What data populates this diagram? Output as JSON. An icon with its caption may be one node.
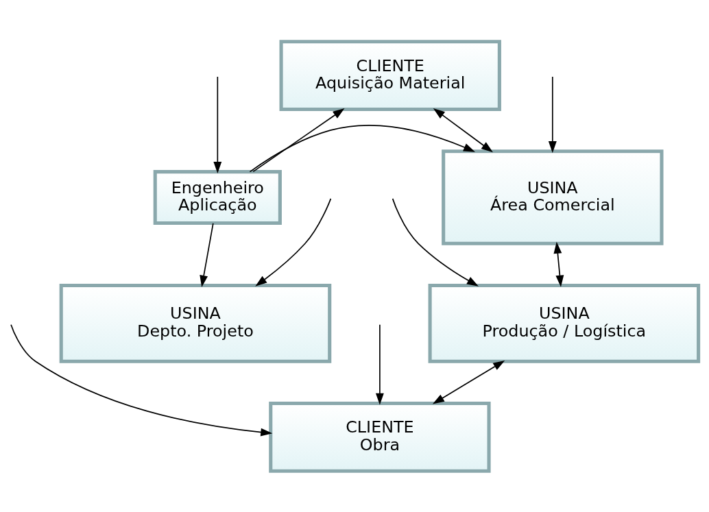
{
  "diagram": {
    "nodes": [
      {
        "text": [
          "CLIENTE",
          "Aquisição Material"
        ]
      },
      {
        "text": [
          "Engenheiro",
          "Aplicação"
        ]
      },
      {
        "text": [
          "USINA",
          "Área Comercial"
        ]
      },
      {
        "text": [
          "USINA",
          "Depto. Projeto"
        ]
      },
      {
        "text": [
          "USINA",
          "Produção / Logística"
        ]
      },
      {
        "text": [
          "CLIENTE",
          "Obra"
        ]
      }
    ],
    "edges": [
      {
        "from": 0,
        "to": 2,
        "arrow": "both"
      },
      {
        "from": 1,
        "to": 0,
        "arrow": "to"
      },
      {
        "from": 1,
        "to": 2,
        "arrow": "to"
      },
      {
        "from": null,
        "to": 2,
        "arrow": "to"
      },
      {
        "from": 1,
        "to": 3,
        "arrow": "to"
      },
      {
        "from": 2,
        "to": 4,
        "arrow": "both"
      },
      {
        "from": null,
        "to": 3,
        "arrow": "to"
      },
      {
        "from": null,
        "to": 4,
        "arrow": "to"
      },
      {
        "from": 4,
        "to": 5,
        "arrow": "both"
      },
      {
        "from": null,
        "to": 1,
        "arrow": "to"
      },
      {
        "from": null,
        "to": 5,
        "arrow": "to"
      },
      {
        "from": null,
        "to": 5,
        "arrow": "to"
      }
    ]
  }
}
